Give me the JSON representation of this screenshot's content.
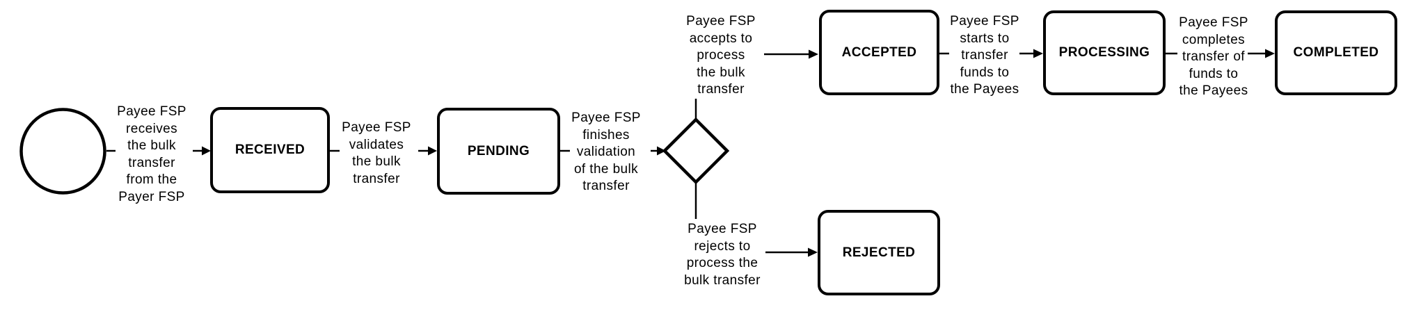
{
  "diagram": {
    "type": "state-flow",
    "colors": {
      "background": "#ffffff",
      "stroke": "#000000",
      "text": "#000000"
    },
    "states": [
      {
        "id": "start",
        "shape": "circle",
        "label": ""
      },
      {
        "id": "received",
        "shape": "rounded-rect",
        "label": "RECEIVED"
      },
      {
        "id": "pending",
        "shape": "rounded-rect",
        "label": "PENDING"
      },
      {
        "id": "choice",
        "shape": "diamond",
        "label": ""
      },
      {
        "id": "accepted",
        "shape": "rounded-rect",
        "label": "ACCEPTED"
      },
      {
        "id": "processing",
        "shape": "rounded-rect",
        "label": "PROCESSING"
      },
      {
        "id": "completed",
        "shape": "rounded-rect",
        "label": "COMPLETED"
      },
      {
        "id": "rejected",
        "shape": "rounded-rect",
        "label": "REJECTED"
      }
    ],
    "transitions": [
      {
        "from": "start",
        "to": "received",
        "label": "Payee FSP\nreceives\nthe bulk\ntransfer\nfrom the\nPayer FSP"
      },
      {
        "from": "received",
        "to": "pending",
        "label": "Payee FSP\nvalidates\nthe bulk\ntransfer"
      },
      {
        "from": "pending",
        "to": "choice",
        "label": "Payee FSP\nfinishes\nvalidation\nof the bulk\ntransfer"
      },
      {
        "from": "choice",
        "to": "accepted",
        "label": "Payee FSP\naccepts to\nprocess\nthe bulk\ntransfer"
      },
      {
        "from": "accepted",
        "to": "processing",
        "label": "Payee FSP\nstarts to\ntransfer\nfunds to\nthe Payees"
      },
      {
        "from": "processing",
        "to": "completed",
        "label": "Payee FSP\ncompletes\ntransfer of\nfunds to\nthe Payees"
      },
      {
        "from": "choice",
        "to": "rejected",
        "label": "Payee FSP\nrejects to\nprocess the\nbulk transfer"
      }
    ]
  }
}
